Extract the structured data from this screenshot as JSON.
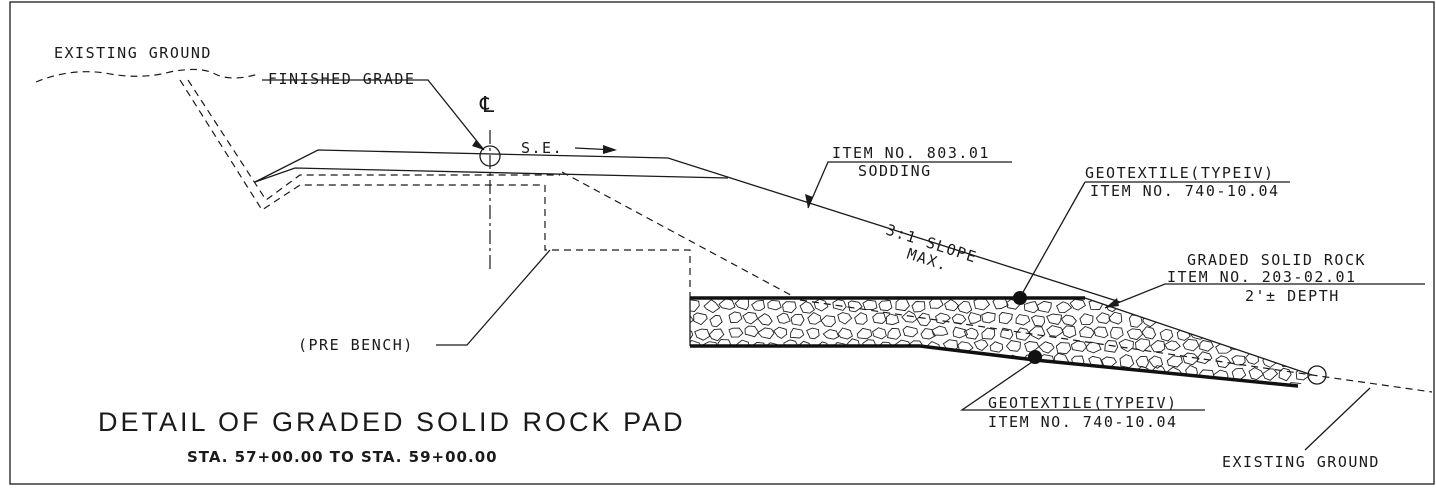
{
  "drawing": {
    "title": "DETAIL OF GRADED SOLID ROCK PAD",
    "subtitle": "STA. 57+00.00 TO STA. 59+00.00",
    "centerline_symbol": "℄",
    "labels": {
      "existing_ground_top": "EXISTING GROUND",
      "finished_grade": "FINISHED GRADE",
      "superelevation": "S.E.",
      "sodding_item": "ITEM NO. 803.01",
      "sodding": "SODDING",
      "slope": "3:1 SLOPE",
      "slope_max": "MAX.",
      "geotextile_top": "GEOTEXTILE(TYPEIV)",
      "geotextile_top_item": "ITEM NO. 740-10.04",
      "graded_solid_rock": "GRADED SOLID ROCK",
      "graded_solid_rock_item": "ITEM NO. 203-02.01",
      "depth": "2'± DEPTH",
      "pre_bench": "(PRE BENCH)",
      "geotextile_bottom": "GEOTEXTILE(TYPEIV)",
      "geotextile_bottom_item": "ITEM NO. 740-10.04",
      "existing_ground_bottom": "EXISTING GROUND"
    }
  }
}
